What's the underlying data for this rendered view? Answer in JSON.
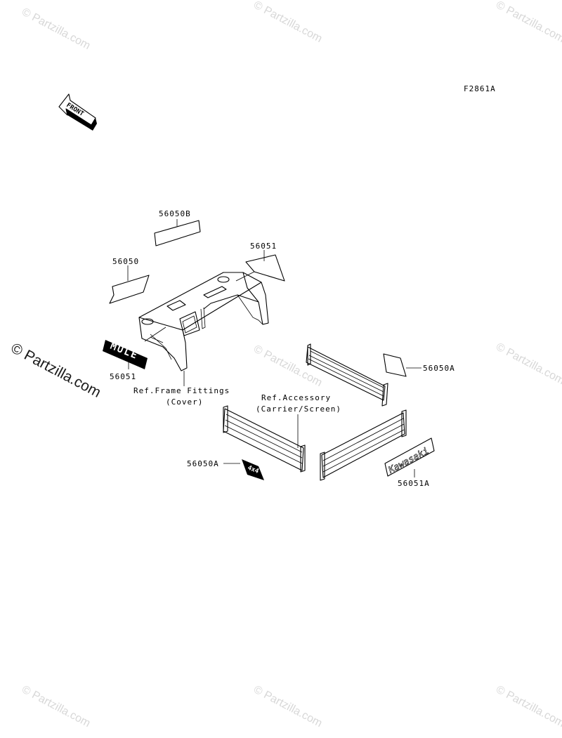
{
  "figure_code": "F2861A",
  "front_marker": "FRONT",
  "watermark": {
    "text": "© Partzilla.com"
  },
  "callouts": {
    "c_56050B": "56050B",
    "c_56050": "56050",
    "c_56051_top": "56051",
    "c_56051_left": "56051",
    "c_56050A_right": "56050A",
    "c_56050A_bottom": "56050A",
    "c_56051A": "56051A"
  },
  "refs": {
    "frame_line1": "Ref.Frame Fittings",
    "frame_line2": "(Cover)",
    "acc_line1": "Ref.Accessory",
    "acc_line2": "(Carrier/Screen)"
  },
  "decals": {
    "mule": "MULE",
    "kawasaki": "Kawasaki",
    "fourbyfour": "4x4"
  }
}
